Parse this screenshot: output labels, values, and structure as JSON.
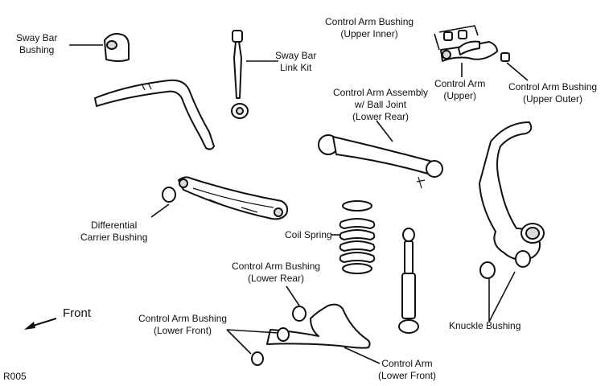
{
  "labels": {
    "sway_bar_bushing": [
      "Sway Bar",
      "Bushing"
    ],
    "sway_bar_link_kit": [
      "Sway Bar",
      "Link Kit"
    ],
    "control_arm_bushing_upper_inner": [
      "Control Arm Bushing",
      "(Upper Inner)"
    ],
    "control_arm_upper": [
      "Control Arm",
      "(Upper)"
    ],
    "control_arm_bushing_upper_outer": [
      "Control Arm Bushing",
      "(Upper Outer)"
    ],
    "control_arm_assembly_lower_rear": [
      "Control Arm Assembly",
      "w/ Ball Joint",
      "(Lower Rear)"
    ],
    "differential_carrier_bushing": [
      "Differential",
      "Carrier Bushing"
    ],
    "coil_spring": [
      "Coil Spring"
    ],
    "control_arm_bushing_lower_rear": [
      "Control Arm Bushing",
      "(Lower Rear)"
    ],
    "control_arm_bushing_lower_front": [
      "Control Arm Bushing",
      "(Lower Front)"
    ],
    "control_arm_lower_front": [
      "Control Arm",
      "(Lower Front)"
    ],
    "knuckle_bushing": [
      "Knuckle Bushing"
    ],
    "front_indicator": "Front",
    "figure_code": "R005"
  },
  "colors": {
    "ink": "#111111",
    "part_fill": "#ffffff",
    "shade": "#dcdcdc"
  }
}
